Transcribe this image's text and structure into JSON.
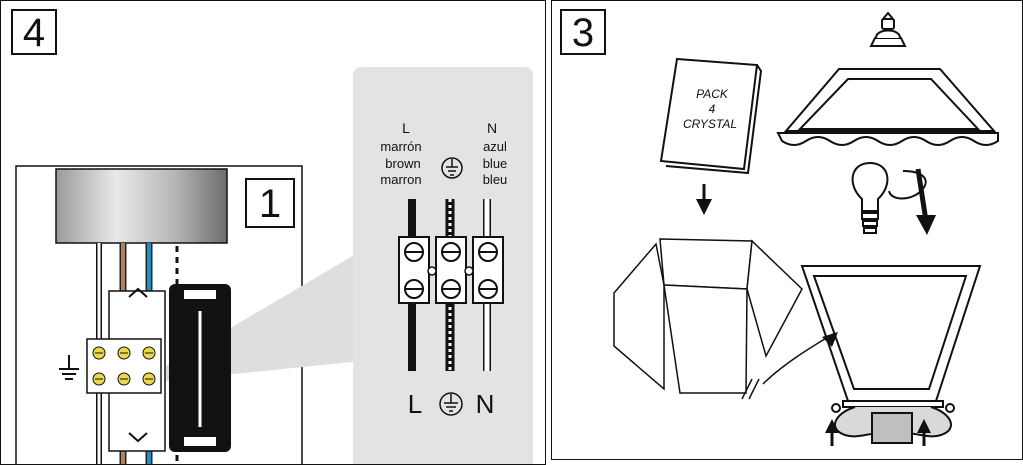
{
  "panel_left": {
    "step_number": "4",
    "inset_step_number": "1",
    "wire_labels": {
      "line": {
        "letter": "L",
        "lines": [
          "marrón",
          "brown",
          "marron"
        ]
      },
      "neutral": {
        "letter": "N",
        "lines": [
          "azul",
          "blue",
          "bleu"
        ]
      },
      "bottom_line": "L",
      "bottom_neutral": "N"
    },
    "icons": [
      "ground-icon",
      "terminal-block-icon",
      "screw-icon"
    ]
  },
  "panel_right": {
    "step_number": "3",
    "pack_label_lines": [
      "PACK",
      "4",
      "CRYSTAL"
    ],
    "icons": [
      "lamp-shade-icon",
      "light-bulb-icon",
      "rotate-arrow-icon",
      "lantern-base-icon",
      "down-arrow-icon",
      "up-arrow-icon"
    ]
  },
  "colors": {
    "brown_wire": "#b08060",
    "blue_wire": "#1a8ec5",
    "grey_callout": "#e3e3e3"
  }
}
